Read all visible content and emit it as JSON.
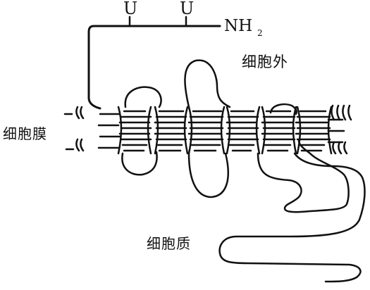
{
  "labels": {
    "nh2_main": "NH",
    "nh2_sub": "2",
    "extracellular": "细胞外",
    "membrane": "细胞膜",
    "cytoplasm": "细胞质"
  },
  "glyco_marks": [
    "U",
    "U"
  ],
  "colors": {
    "ink": "#111111",
    "background": "#ffffff"
  }
}
